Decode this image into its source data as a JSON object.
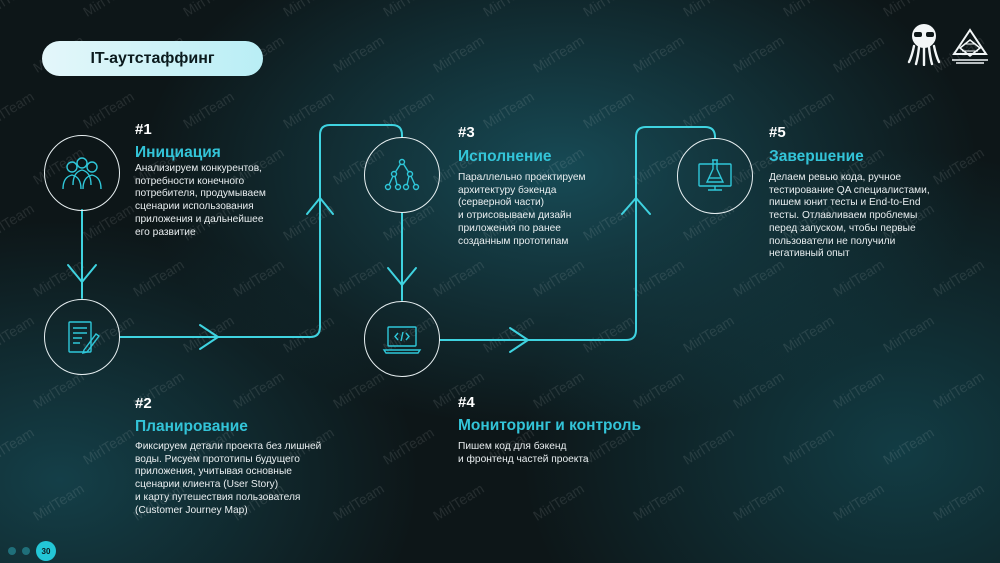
{
  "title": "IT-аутстаффинг",
  "watermark_text": "MirlTeam",
  "accent_color": "#33c4d8",
  "line_color": "#3fd3e0",
  "steps": [
    {
      "num": "#1",
      "title": "Инициация",
      "text": "Анализируем конкурентов,\nпотребности конечного\nпотребителя, продумываем\nсценарии использования\nприложения и дальнейшее\nего развитие",
      "icon": "team-icon"
    },
    {
      "num": "#2",
      "title": "Планирование",
      "text": "Фиксируем детали проекта без лишней\nводы. Рисуем прототипы будущего\nприложения, учитывая основные\nсценарии клиента (User Story)\nи карту путешествия пользователя\n(Customer Journey Map)",
      "icon": "document-pen-icon"
    },
    {
      "num": "#3",
      "title": "Исполнение",
      "text": "Параллельно проектируем\nархитектуру бэкенда\n(серверной части)\nи отрисовываем дизайн\nприложения по ранее\nсозданным прототипам",
      "icon": "hierarchy-icon"
    },
    {
      "num": "#4",
      "title": "Мониторинг и контроль",
      "text": "Пишем код для бэкенд\nи фронтенд частей проекта",
      "icon": "laptop-code-icon"
    },
    {
      "num": "#5",
      "title": "Завершение",
      "text": "Делаем ревью кода, ручное\nтестирование QA специалистами,\nпишем юнит тесты и End-to-End\nтесты. Отлавливаем проблемы\nперед запуском, чтобы первые\nпользователи не получили\nнегативный опыт",
      "icon": "flask-monitor-icon"
    }
  ],
  "page_number": "30"
}
